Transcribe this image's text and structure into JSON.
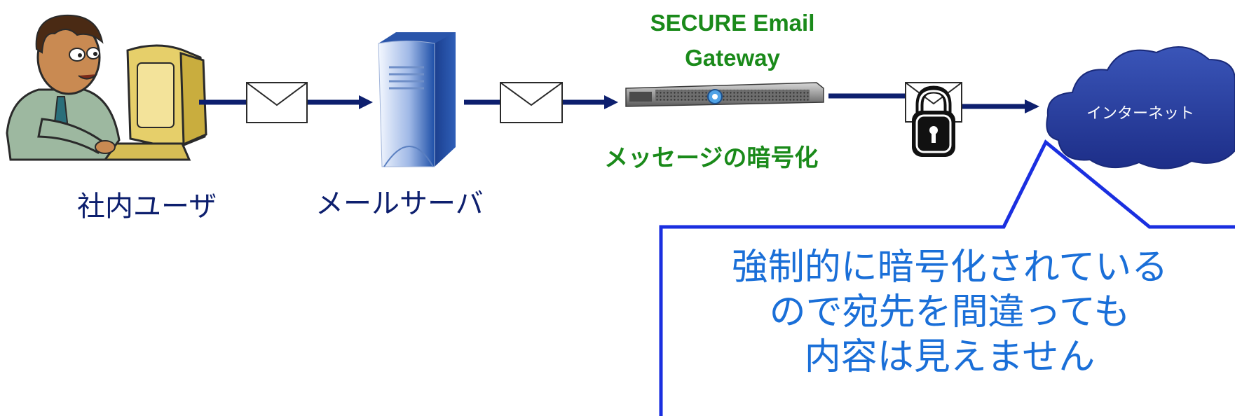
{
  "nodes": {
    "internal_user": {
      "label": "社内ユーザ",
      "icon": "person-at-computer-icon"
    },
    "mail_server": {
      "label": "メールサーバ",
      "icon": "server-tower-icon"
    },
    "gateway": {
      "title_line1": "SECURE Email",
      "title_line2": "Gateway",
      "caption": "メッセージの暗号化",
      "icon": "rack-appliance-icon"
    },
    "internet": {
      "label": "インターネット",
      "icon": "cloud-icon"
    }
  },
  "callout": {
    "line1": "強制的に暗号化されている",
    "line2": "ので宛先を間違っても",
    "line3": "内容は見えません"
  },
  "colors": {
    "arrow": "#0d1f6e",
    "label": "#0d1f6e",
    "gateway_text": "#1a8a1a",
    "cloud": "#2b3f9e",
    "callout_border": "#1a2fe0",
    "callout_text": "#1a6fd8"
  }
}
